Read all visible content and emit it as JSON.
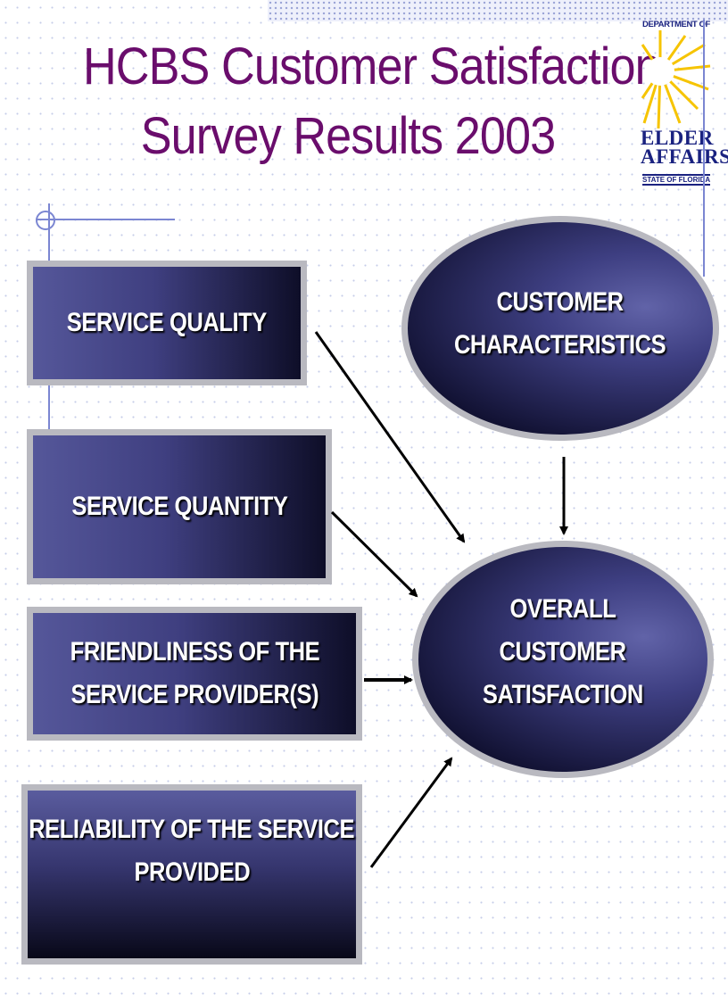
{
  "title": {
    "line1": "HCBS Customer Satisfaction",
    "line2": "Survey Results 2003"
  },
  "logo": {
    "top_text": "DEPARTMENT OF",
    "main_line1": "ELDER",
    "main_line2": "AFFAIRS",
    "bottom_text": "STATE OF FLORIDA",
    "colors": {
      "sun": "#f6c400",
      "text": "#1a2280"
    }
  },
  "diagram": {
    "factors": [
      {
        "line1": "SERVICE QUALITY"
      },
      {
        "line1": "SERVICE QUANTITY"
      },
      {
        "line1": "FRIENDLINESS OF THE",
        "line2": "SERVICE PROVIDER(S)"
      },
      {
        "line1": "RELIABILITY OF THE SERVICE",
        "line2": "PROVIDED"
      }
    ],
    "customer": {
      "line1": "CUSTOMER",
      "line2": "CHARACTERISTICS"
    },
    "outcome": {
      "line1": "OVERALL",
      "line2": "CUSTOMER",
      "line3": "SATISFACTION"
    },
    "colors": {
      "title": "#6a0d6c",
      "box_border": "#b9b9c0",
      "box_fill": "#3f3f80",
      "arrow": "#000000"
    }
  }
}
